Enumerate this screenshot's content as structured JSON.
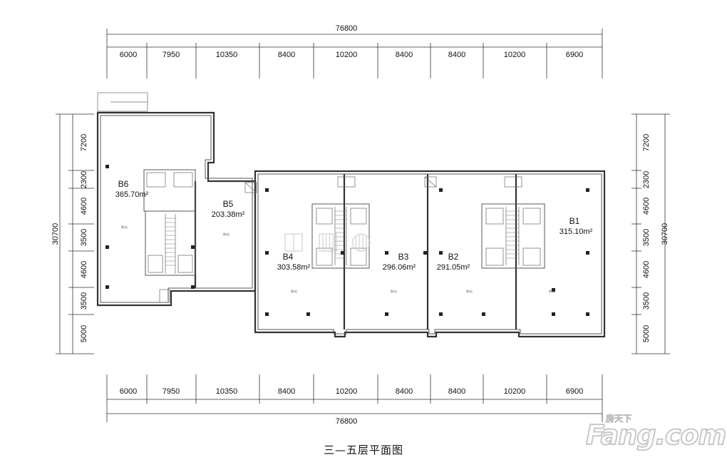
{
  "top_dimensions": {
    "total": "76800",
    "segments": [
      "6000",
      "7950",
      "10350",
      "8400",
      "10200",
      "8400",
      "8400",
      "10200",
      "6900"
    ]
  },
  "bottom_dimensions": {
    "total": "76800",
    "segments": [
      "6000",
      "7950",
      "10350",
      "8400",
      "10200",
      "8400",
      "8400",
      "10200",
      "6900"
    ]
  },
  "left_dimensions": {
    "total": "30700",
    "segments": [
      "7200",
      "2300",
      "4600",
      "3500",
      "4600",
      "3500",
      "5000"
    ]
  },
  "right_dimensions": {
    "total": "30700",
    "segments": [
      "7200",
      "2300",
      "4600",
      "3500",
      "4600",
      "3500",
      "5000"
    ]
  },
  "units": [
    {
      "id": "B6",
      "area": "365.70m²"
    },
    {
      "id": "B5",
      "area": "203.38m²"
    },
    {
      "id": "B4",
      "area": "303.58m²"
    },
    {
      "id": "B3",
      "area": "296.06m²"
    },
    {
      "id": "B2",
      "area": "291.05m²"
    },
    {
      "id": "B1",
      "area": "315.10m²"
    }
  ],
  "room_label": "办公",
  "caption": "三—五层平面图",
  "watermark": {
    "brand_main": "Fang.com",
    "brand_sub": "房天下"
  }
}
